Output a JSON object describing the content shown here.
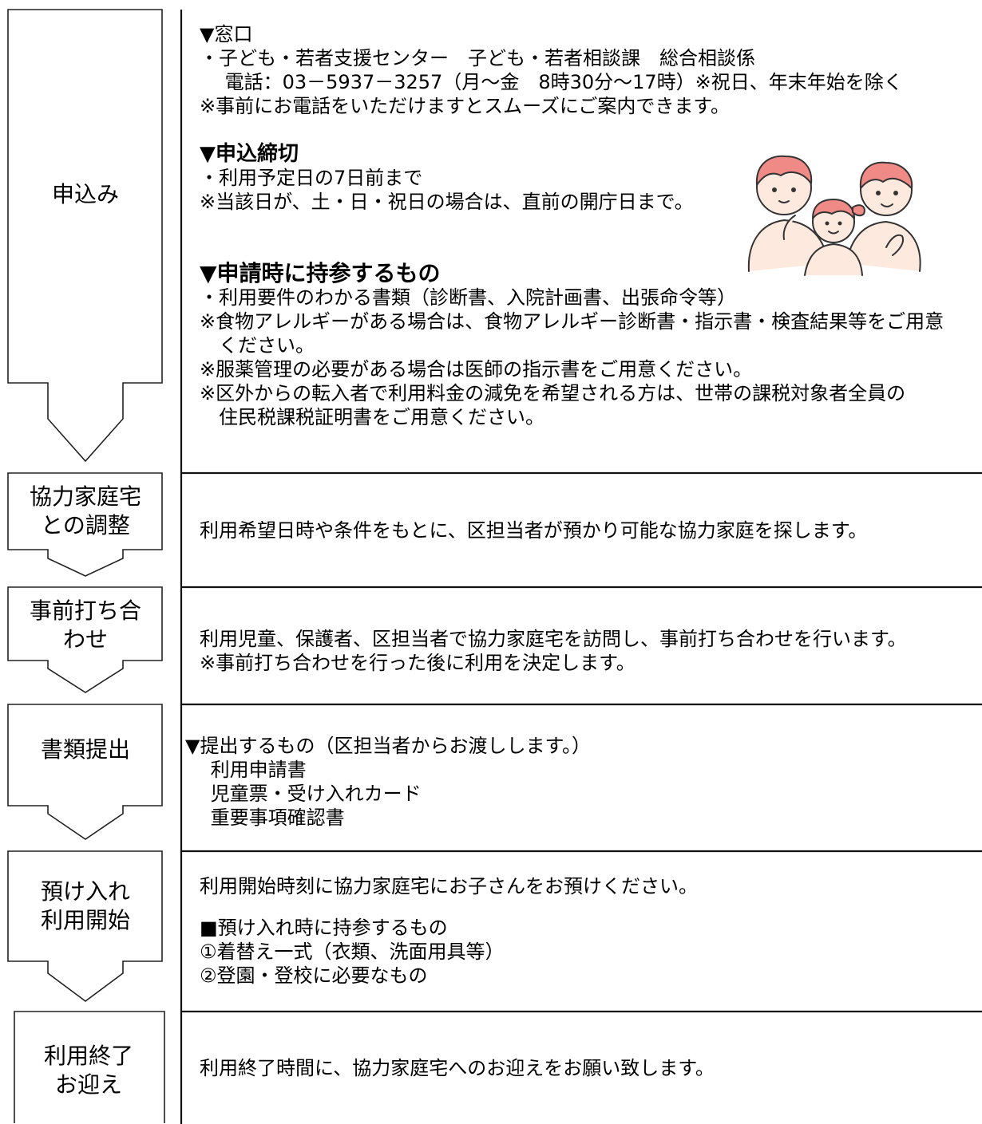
{
  "steps": [
    {
      "label": "申込み",
      "sections": [
        {
          "heading": "▼窓口",
          "lines": [
            "・子ども・若者支援センター　子ども・若者相談課　総合相談係",
            "　 電話：03－5937－3257（月～金　8時30分～17時）※祝日、年末年始を除く",
            "※事前にお電話をいただけますとスムーズにご案内できます。"
          ]
        },
        {
          "heading": "▼申込締切",
          "lines": [
            "・利用予定日の7日前まで",
            "※当該日が、土・日・祝日の場合は、直前の開庁日まで。"
          ]
        },
        {
          "heading": "▼申請時に持参するもの",
          "lines": [
            "・利用要件のわかる書類（診断書、入院計画書、出張命令等）",
            "※食物アレルギーがある場合は、食物アレルギー診断書・指示書・検査結果等をご用意",
            "　ください。",
            "※服薬管理の必要がある場合は医師の指示書をご用意ください。",
            "※区外からの転入者で利用料金の減免を希望される方は、世帯の課税対象者全員の",
            "　住民税課税証明書をご用意ください。"
          ]
        }
      ]
    },
    {
      "label": "協力家庭宅\nとの調整",
      "lines": [
        "利用希望日時や条件をもとに、区担当者が預かり可能な協力家庭を探します。"
      ]
    },
    {
      "label": "事前打ち合\nわせ",
      "lines": [
        "利用児童、保護者、区担当者で協力家庭宅を訪問し、事前打ち合わせを行います。",
        "※事前打ち合わせを行った後に利用を決定します。"
      ]
    },
    {
      "label": "書類提出",
      "lines": [
        "▼提出するもの（区担当者からお渡しします。）",
        "　 利用申請書",
        "　 児童票・受け入れカード",
        "　 重要事項確認書"
      ]
    },
    {
      "label": "預け入れ\n利用開始",
      "intro": "利用開始時刻に協力家庭宅にお子さんをお預けください。",
      "lines": [
        "■預け入れ時に持参するもの",
        " ①着替え一式（衣類、洗面用具等）",
        " ②登園・登校に必要なもの"
      ]
    },
    {
      "label": "利用終了\nお迎え",
      "lines": [
        "利用終了時間に、協力家庭宅へのお迎えをお願い致します。"
      ]
    }
  ],
  "illustration": {
    "icon": "family-illustration-icon",
    "skin": "#fde9de",
    "hair": "#f08a86"
  }
}
